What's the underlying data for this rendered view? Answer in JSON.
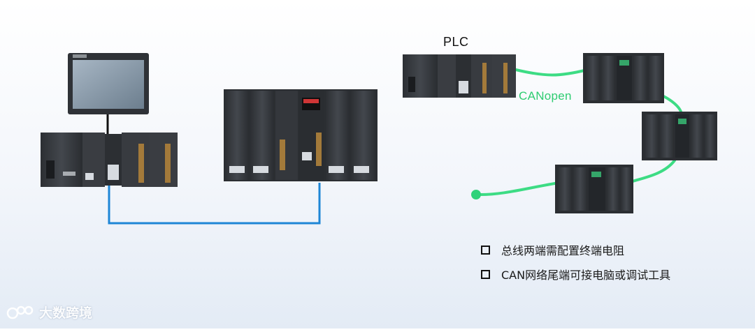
{
  "labels": {
    "plc": "PLC",
    "canopen": "CANopen"
  },
  "notes": [
    "总线两端需配置终端电阻",
    "CAN网络尾端可接电脑或调试工具"
  ],
  "watermark": "大数跨境",
  "colors": {
    "ethernet_cable": "#1e86d6",
    "canopen_cable": "#3ddc84",
    "module_dark": "#3a3d42",
    "hmi_frame": "#2f3237",
    "hmi_screen": "#8a9bab"
  },
  "devices": [
    {
      "id": "hmi",
      "icon": "touchscreen-hmi"
    },
    {
      "id": "left-plc",
      "icon": "plc-rack"
    },
    {
      "id": "center-rack",
      "icon": "io-rack"
    },
    {
      "id": "right-plc",
      "icon": "plc-rack"
    },
    {
      "id": "canopen-node-1",
      "icon": "remote-io-rack"
    },
    {
      "id": "canopen-node-2",
      "icon": "remote-io-rack"
    },
    {
      "id": "canopen-node-3",
      "icon": "remote-io-rack"
    }
  ]
}
